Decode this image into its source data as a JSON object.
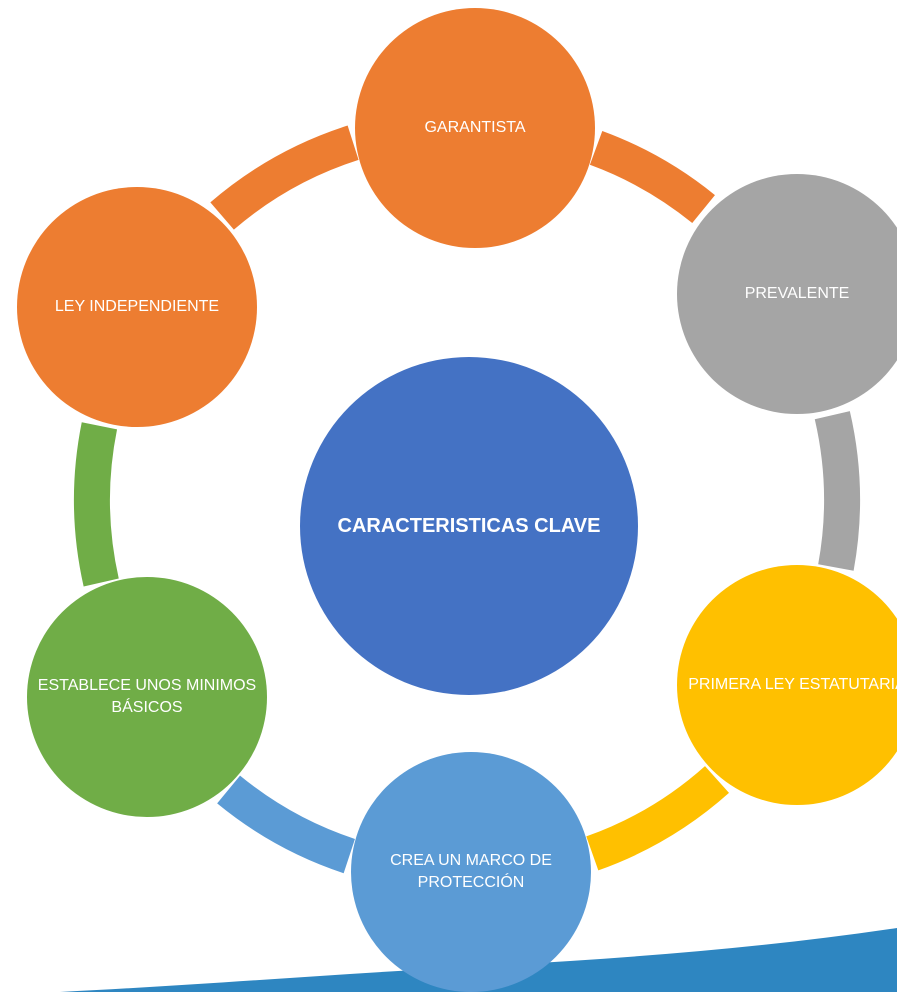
{
  "diagram": {
    "center": {
      "label": "CARACTERISTICAS CLAVE",
      "color": "#4472C4"
    },
    "nodes": [
      {
        "label": "GARANTISTA",
        "color": "#ED7D31",
        "arc_color": "#ED7D31"
      },
      {
        "label": "PREVALENTE",
        "color": "#A5A5A5",
        "arc_color": "#A5A5A5"
      },
      {
        "label": "PRIMERA LEY ESTATUTARIA",
        "color": "#FFC000",
        "arc_color": "#FFC000"
      },
      {
        "label": "CREA UN MARCO DE PROTECCIÓN",
        "color": "#5B9BD5",
        "arc_color": "#5B9BD5"
      },
      {
        "label": "ESTABLECE UNOS MINIMOS BÁSICOS",
        "color": "#70AD47",
        "arc_color": "#70AD47"
      },
      {
        "label": "LEY INDEPENDIENTE",
        "color": "#ED7D31",
        "arc_color": "#ED7D31"
      }
    ]
  },
  "decoration": {
    "wave_color": "#2E86C1"
  }
}
